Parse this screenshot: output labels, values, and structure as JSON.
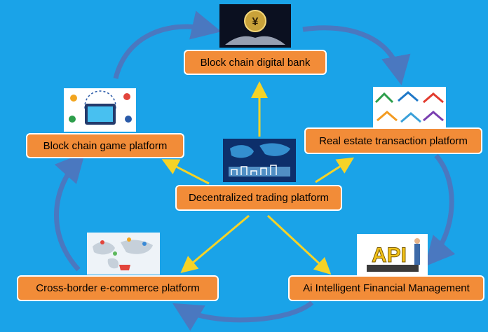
{
  "diagram": {
    "center": {
      "label": "Decentralized trading platform"
    },
    "nodes": [
      {
        "id": "bank",
        "label": "Block chain digital bank",
        "icon": "yen-coin-hands-photo"
      },
      {
        "id": "realestate",
        "label": "Real estate transaction platform",
        "icon": "house-logos-photo"
      },
      {
        "id": "ai",
        "label": "Ai Intelligent Financial Management",
        "icon": "api-letters-photo"
      },
      {
        "id": "ecommerce",
        "label": "Cross-border e-commerce platform",
        "icon": "world-map-cart-photo"
      },
      {
        "id": "game",
        "label": "Block chain game platform",
        "icon": "game-tablet-illustration"
      }
    ],
    "colors": {
      "background": "#1aa3e8",
      "box_fill": "#f28c38",
      "box_border": "#ffffff",
      "arrow_yellow": "#f5d327",
      "cycle_arrow": "#4a78c0"
    }
  }
}
